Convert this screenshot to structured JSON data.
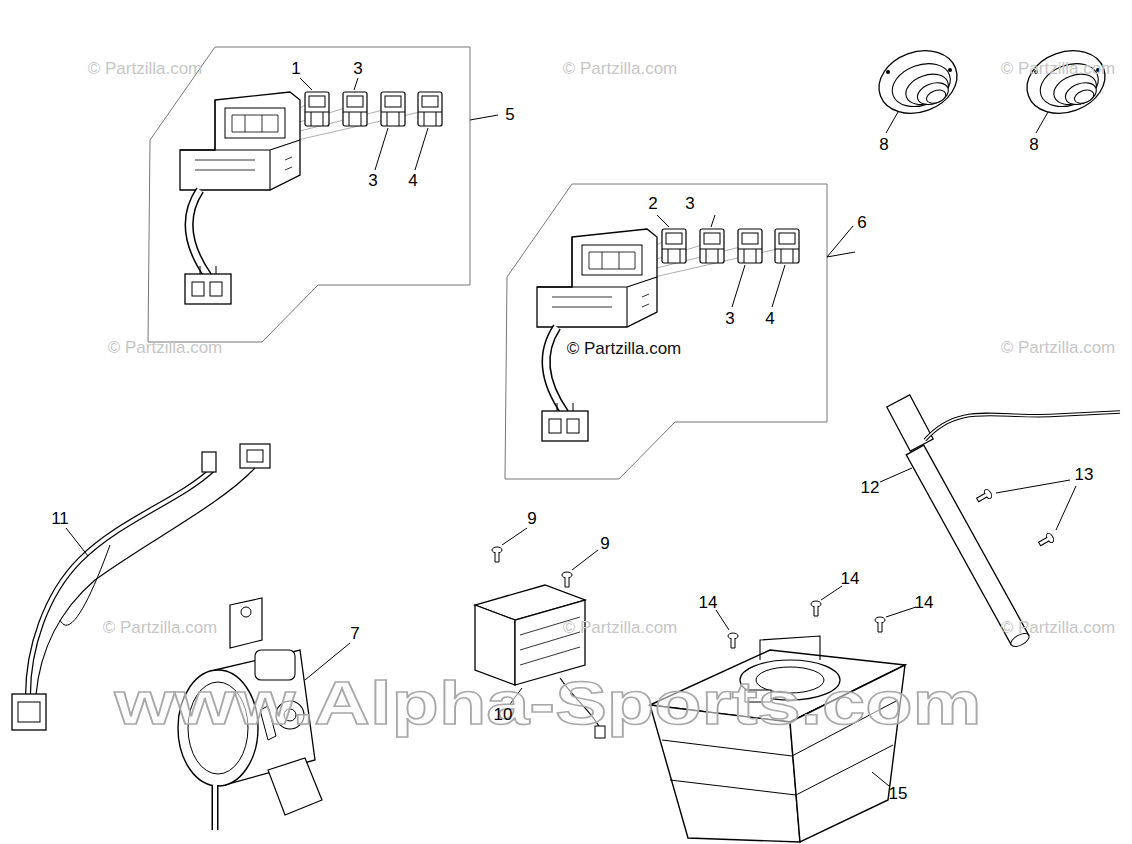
{
  "diagram": {
    "labels": [
      "© Partzilla.com",
      "1",
      "3",
      "© Partzilla.com",
      "© Partzilla.com",
      "5",
      "8",
      "8",
      "3",
      "4",
      "2",
      "3",
      "6",
      "3",
      "4",
      "© Partzilla.com",
      "© Partzilla.com",
      "© Partzilla.com",
      "12",
      "13",
      "11",
      "9",
      "9",
      "14",
      "14",
      "14",
      "© Partzilla.com",
      "© Partzilla.com",
      "© Partzilla.com",
      "7",
      "www.Alpha-Sports.com",
      "10",
      "15"
    ]
  }
}
